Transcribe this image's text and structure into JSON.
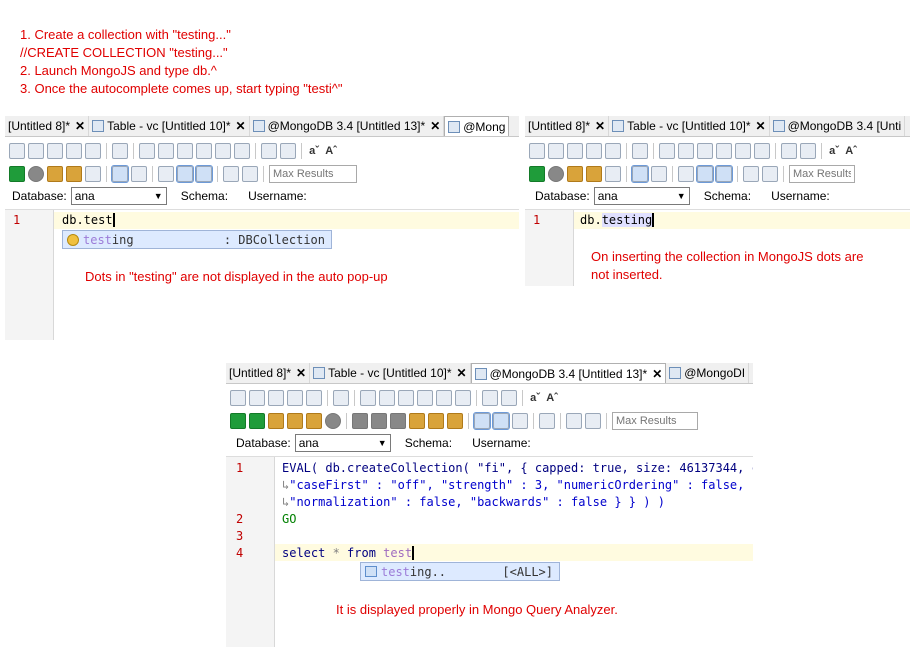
{
  "instructions": [
    "1. Create a collection with \"testing...\"",
    "//CREATE COLLECTION \"testing...\"",
    "2. Launch MongoJS and type db.^",
    "3. Once the autocomplete comes up, start typing \"testi^\""
  ],
  "panel_left": {
    "tabs": [
      "[Untitled 8]*",
      "Table - vc [Untitled 10]*",
      "@MongoDB 3.4 [Untitled 13]*",
      "@Mong"
    ],
    "max_results_placeholder": "Max Results",
    "database_label": "Database:",
    "database_value": "ana",
    "schema_label": "Schema:",
    "username_label": "Username:",
    "line_number": "1",
    "code_line": "db.test",
    "autocomplete": {
      "match": "test",
      "rest": "ing",
      "type": ": DBCollection"
    },
    "annotation": "Dots in \"testing\" are not displayed in the auto pop-up"
  },
  "panel_right": {
    "tabs": [
      "[Untitled 8]*",
      "Table - vc [Untitled 10]*",
      "@MongoDB 3.4 [Unti"
    ],
    "max_results_placeholder": "Max Results",
    "database_label": "Database:",
    "database_value": "ana",
    "schema_label": "Schema:",
    "username_label": "Username:",
    "line_number": "1",
    "code_prefix": "db.",
    "code_inserted": "testing",
    "annotation_lines": [
      "On inserting the collection in MongoJS dots are",
      "not inserted."
    ]
  },
  "panel_bottom": {
    "tabs": [
      "[Untitled 8]*",
      "Table - vc [Untitled 10]*",
      "@MongoDB 3.4 [Untitled 13]*",
      "@MongoDI"
    ],
    "max_results_placeholder": "Max Results",
    "database_label": "Database:",
    "database_value": "ana",
    "schema_label": "Schema:",
    "username_label": "Username:",
    "line_numbers": [
      "1",
      "2",
      "3",
      "4"
    ],
    "code": {
      "l1a": "EVAL( db.createCollection( \"fi\", { capped: true, size: 46137344, co",
      "l1b": "\"caseFirst\" : \"off\", \"strength\" : 3, \"numericOrdering\" : false, \"a",
      "l1c": "\"normalization\" : false, \"backwards\" : false } } ) )",
      "l2": "GO",
      "l4_kw1": "select",
      "l4_mid": " * ",
      "l4_kw2": "from",
      "l4_obj": " test"
    },
    "autocomplete": {
      "match": "test",
      "rest": "ing..",
      "type": "[<ALL>]"
    },
    "annotation": "It is displayed properly in Mongo Query Analyzer."
  }
}
